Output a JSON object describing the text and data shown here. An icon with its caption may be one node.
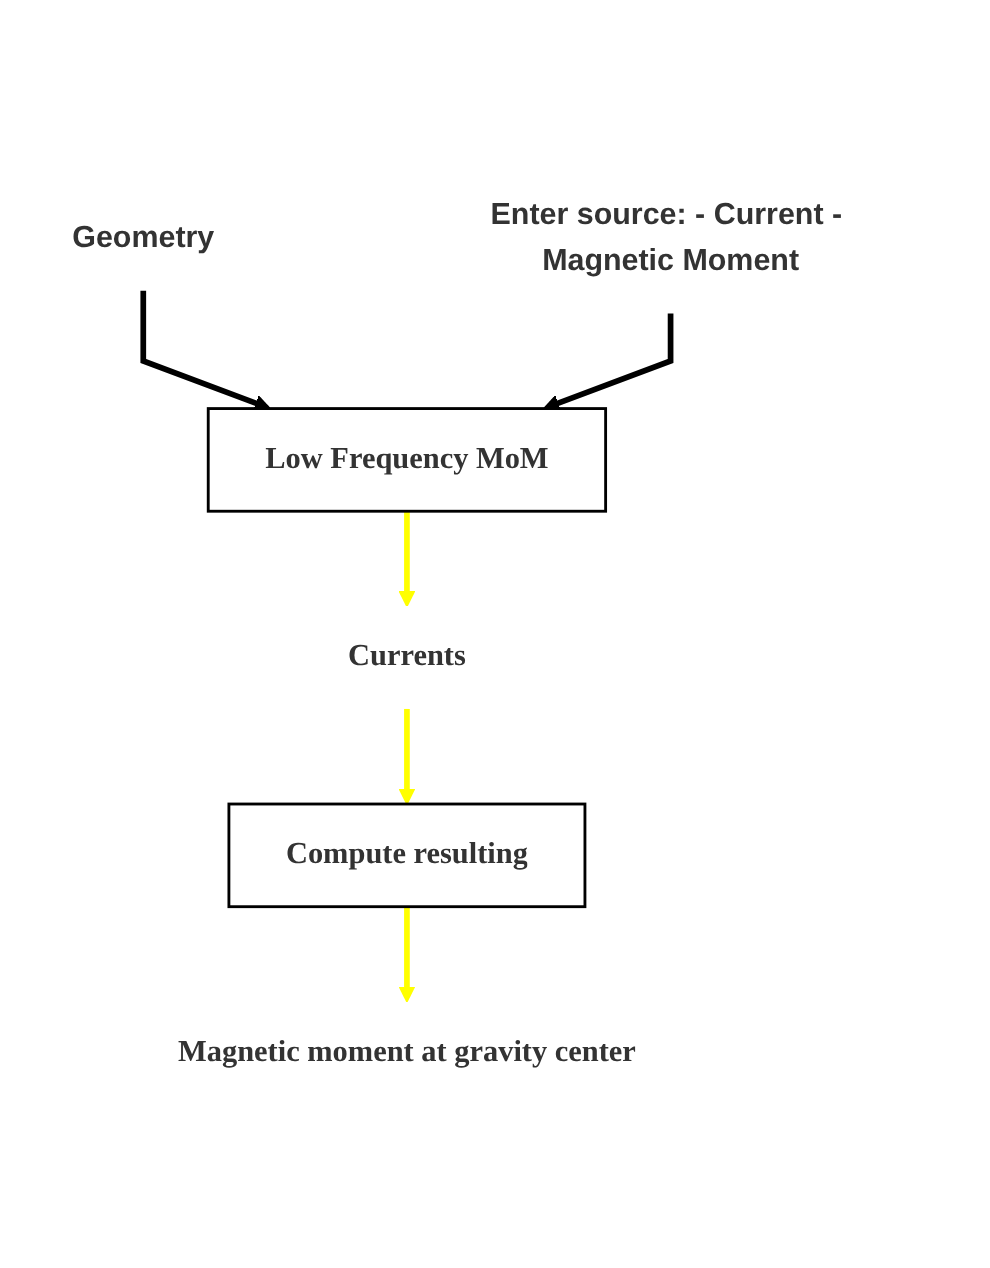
{
  "diagram": {
    "nodes": [
      {
        "text": [
          "Geometry"
        ]
      },
      {
        "text": [
          "Enter source: - Current - Magnetic Moment"
        ]
      },
      {
        "text": [
          "Low Frequency MoM"
        ]
      },
      {
        "text": [
          "Currents"
        ]
      },
      {
        "text": [
          "Compute resulting"
        ]
      },
      {
        "text": [
          "Magnetic moment at gravity center"
        ]
      }
    ],
    "edges": [
      {
        "from": 0,
        "to": 2,
        "arrow": "to",
        "color": "#000000"
      },
      {
        "from": 1,
        "to": 2,
        "arrow": "to",
        "color": "#000000"
      },
      {
        "from": 2,
        "to": 3,
        "arrow": "to",
        "color": "#ffff00"
      },
      {
        "from": 3,
        "to": 4,
        "arrow": "to",
        "color": "#ffff00"
      },
      {
        "from": 4,
        "to": 5,
        "arrow": "to",
        "color": "#ffff00"
      }
    ]
  }
}
